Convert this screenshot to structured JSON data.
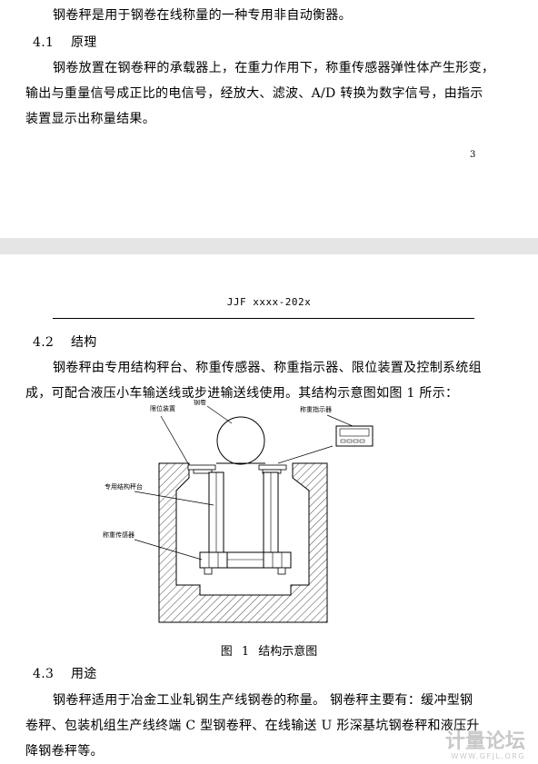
{
  "page1": {
    "line1": "钢卷秤是用于钢卷在线称量的一种专用非自动衡器。",
    "section_num": "4.1",
    "section_title": "原理",
    "para1": "钢卷放置在钢卷秤的承载器上，在重力作用下，称重传感器弹性体产生形变，",
    "para2": "输出与重量信号成正比的电信号，经放大、滤波、A/D 转换为数字信号，由指示",
    "para3": "装置显示出称量结果。",
    "page_number": "3"
  },
  "page2": {
    "header": "JJF xxxx-202x",
    "sec42_num": "4.2",
    "sec42_title": "结构",
    "sec42_p1": "钢卷秤由专用结构秤台、称重传感器、称重指示器、限位装置及控制系统组",
    "sec42_p2": "成，可配合液压小车输送线或步进输送线使用。其结构示意图如图 1 所示：",
    "figure": {
      "label_limit": "限位装置",
      "label_coil": "钢卷",
      "label_indicator": "称重指示器",
      "label_platform": "专用结构秤台",
      "label_sensor": "称重传感器",
      "caption": "图 1 结构示意图"
    },
    "sec43_num": "4.3",
    "sec43_title": "用途",
    "sec43_p1": "钢卷秤适用于冶金工业轧钢生产线钢卷的称量。 钢卷秤主要有：缓冲型钢",
    "sec43_p2": "卷秤、包装机组生产线终端 C 型钢卷秤、在线输送 U 形深基坑钢卷秤和液压升",
    "sec43_p3": "降钢卷秤等。"
  },
  "watermark": {
    "main": "计量论坛",
    "sub": "WWW.GFJL.ORG"
  }
}
